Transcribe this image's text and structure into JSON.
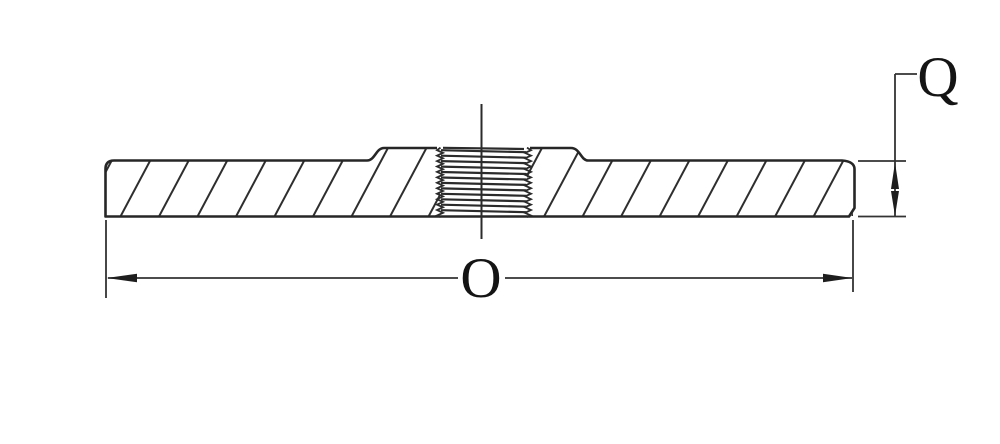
{
  "drawing": {
    "background": "#ffffff",
    "line_color": "#2b2b2b",
    "dimension_labels": {
      "overall_width": "O",
      "thickness": "Q"
    },
    "icons": {
      "section_hatching": "diagonal-section-hatching",
      "thread_section": "internal-thread-cross-section",
      "centerline": "vertical-centerline",
      "arrows": "filled-dimension-arrowheads"
    }
  }
}
